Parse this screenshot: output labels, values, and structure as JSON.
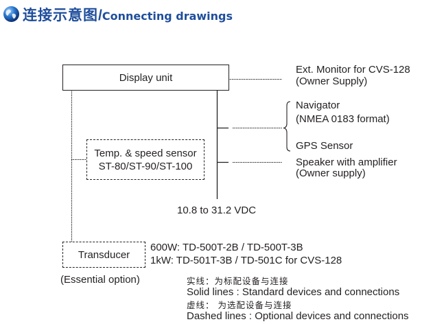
{
  "header": {
    "icon": "globe-icon",
    "title_cn": "连接示意图",
    "separator": "/",
    "title_en": "Connecting drawings",
    "title_color": "#1f4e9c"
  },
  "diagram": {
    "display_unit": "Display unit",
    "temp_sensor": {
      "line1": "Temp. & speed sensor",
      "line2": "ST-80/ST-90/ST-100"
    },
    "transducer": "Transducer",
    "essential_option": "(Essential option)",
    "power": "10.8 to 31.2 VDC",
    "ext_monitor": {
      "line1": "Ext. Monitor for CVS-128",
      "line2": "(Owner Supply)"
    },
    "navigator": {
      "line1": "Navigator",
      "line2": "(NMEA 0183 format)"
    },
    "gps": "GPS Sensor",
    "speaker": {
      "line1": "Speaker with amplifier",
      "line2": "(Owner supply)"
    },
    "transducer_models": {
      "line1": "600W: TD-500T-2B / TD-500T-3B",
      "line2": "1kW: TD-501T-3B / TD-501C for CVS-128"
    }
  },
  "legend": {
    "solid_cn": "实线：为标配设备与连接",
    "solid_en": "Solid lines : Standard devices and connections",
    "dashed_cn": "虚线： 为选配设备与连接",
    "dashed_en": "Dashed lines : Optional devices and connections"
  }
}
